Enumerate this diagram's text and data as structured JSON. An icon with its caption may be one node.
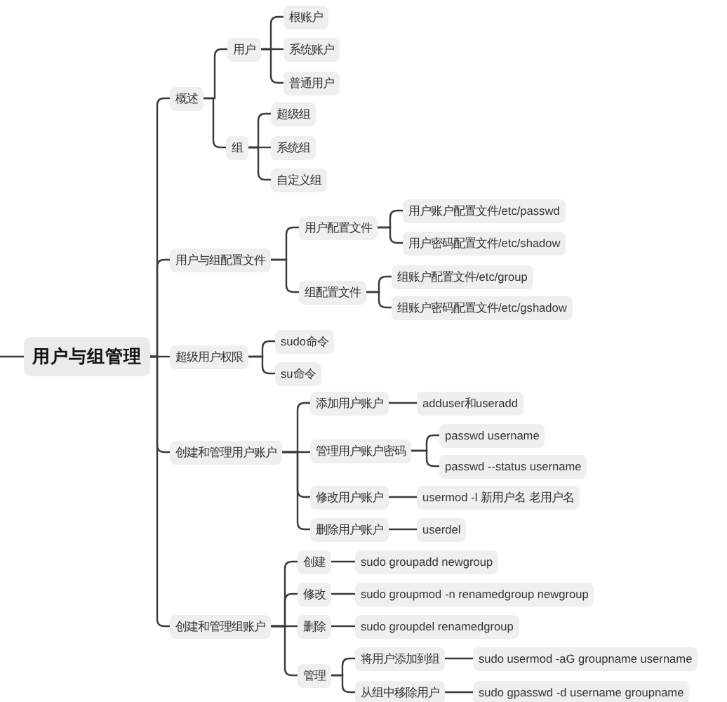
{
  "diagram": {
    "nodes": [
      {
        "text": [
          "用户与组管理"
        ]
      },
      {
        "text": [
          "概述"
        ]
      },
      {
        "text": [
          "用户"
        ]
      },
      {
        "text": [
          "根账户"
        ]
      },
      {
        "text": [
          "系统账户"
        ]
      },
      {
        "text": [
          "普通用户"
        ]
      },
      {
        "text": [
          "组"
        ]
      },
      {
        "text": [
          "超级组"
        ]
      },
      {
        "text": [
          "系统组"
        ]
      },
      {
        "text": [
          "自定义组"
        ]
      },
      {
        "text": [
          "用户与组配置文件"
        ]
      },
      {
        "text": [
          "用户配置文件"
        ]
      },
      {
        "text": [
          "用户账户配置文件/etc/passwd"
        ]
      },
      {
        "text": [
          "用户密码配置文件/etc/shadow"
        ]
      },
      {
        "text": [
          "组配置文件"
        ]
      },
      {
        "text": [
          "组账户配置文件/etc/group"
        ]
      },
      {
        "text": [
          "组账户密码配置文件/etc/gshadow"
        ]
      },
      {
        "text": [
          "超级用户权限"
        ]
      },
      {
        "text": [
          "sudo命令"
        ]
      },
      {
        "text": [
          "su命令"
        ]
      },
      {
        "text": [
          "创建和管理用户账户"
        ]
      },
      {
        "text": [
          "添加用户账户"
        ]
      },
      {
        "text": [
          "adduser和useradd"
        ]
      },
      {
        "text": [
          "管理用户账户密码"
        ]
      },
      {
        "text": [
          "passwd username"
        ]
      },
      {
        "text": [
          "passwd --status username"
        ]
      },
      {
        "text": [
          "修改用户账户"
        ]
      },
      {
        "text": [
          "usermod -l 新用户名 老用户名"
        ]
      },
      {
        "text": [
          "删除用户账户"
        ]
      },
      {
        "text": [
          "userdel"
        ]
      },
      {
        "text": [
          "创建和管理组账户"
        ]
      },
      {
        "text": [
          "创建"
        ]
      },
      {
        "text": [
          "sudo groupadd newgroup"
        ]
      },
      {
        "text": [
          "修改"
        ]
      },
      {
        "text": [
          "sudo groupmod -n renamedgroup newgroup"
        ]
      },
      {
        "text": [
          "删除"
        ]
      },
      {
        "text": [
          "sudo groupdel renamedgroup"
        ]
      },
      {
        "text": [
          "管理"
        ]
      },
      {
        "text": [
          "将用户添加到组"
        ]
      },
      {
        "text": [
          "sudo usermod -aG groupname username"
        ]
      },
      {
        "text": [
          "从组中移除用户"
        ]
      },
      {
        "text": [
          "sudo gpasswd -d username groupname"
        ]
      }
    ],
    "edges": [
      {
        "from": null,
        "to": 0,
        "arrow": "none"
      },
      {
        "from": 0,
        "to": 1,
        "arrow": "none"
      },
      {
        "from": 1,
        "to": 2,
        "arrow": "none"
      },
      {
        "from": 2,
        "to": 3,
        "arrow": "none"
      },
      {
        "from": 2,
        "to": 4,
        "arrow": "none"
      },
      {
        "from": 2,
        "to": 5,
        "arrow": "none"
      },
      {
        "from": 1,
        "to": 6,
        "arrow": "none"
      },
      {
        "from": 6,
        "to": 7,
        "arrow": "none"
      },
      {
        "from": 6,
        "to": 8,
        "arrow": "none"
      },
      {
        "from": 6,
        "to": 9,
        "arrow": "none"
      },
      {
        "from": 0,
        "to": 10,
        "arrow": "none"
      },
      {
        "from": 10,
        "to": 11,
        "arrow": "none"
      },
      {
        "from": 11,
        "to": 12,
        "arrow": "none"
      },
      {
        "from": 11,
        "to": 13,
        "arrow": "none"
      },
      {
        "from": 10,
        "to": 14,
        "arrow": "none"
      },
      {
        "from": 14,
        "to": 15,
        "arrow": "none"
      },
      {
        "from": 14,
        "to": 16,
        "arrow": "none"
      },
      {
        "from": 0,
        "to": 17,
        "arrow": "none"
      },
      {
        "from": 17,
        "to": 18,
        "arrow": "none"
      },
      {
        "from": 17,
        "to": 19,
        "arrow": "none"
      },
      {
        "from": 0,
        "to": 20,
        "arrow": "none"
      },
      {
        "from": 20,
        "to": 21,
        "arrow": "none"
      },
      {
        "from": 21,
        "to": 22,
        "arrow": "none"
      },
      {
        "from": 20,
        "to": 23,
        "arrow": "none"
      },
      {
        "from": 23,
        "to": 24,
        "arrow": "none"
      },
      {
        "from": 23,
        "to": 25,
        "arrow": "none"
      },
      {
        "from": 20,
        "to": 26,
        "arrow": "none"
      },
      {
        "from": 26,
        "to": 27,
        "arrow": "none"
      },
      {
        "from": 20,
        "to": 28,
        "arrow": "none"
      },
      {
        "from": 28,
        "to": 29,
        "arrow": "none"
      },
      {
        "from": 0,
        "to": 30,
        "arrow": "none"
      },
      {
        "from": 30,
        "to": 31,
        "arrow": "none"
      },
      {
        "from": 31,
        "to": 32,
        "arrow": "none"
      },
      {
        "from": 30,
        "to": 33,
        "arrow": "none"
      },
      {
        "from": 33,
        "to": 34,
        "arrow": "none"
      },
      {
        "from": 30,
        "to": 35,
        "arrow": "none"
      },
      {
        "from": 35,
        "to": 36,
        "arrow": "none"
      },
      {
        "from": 30,
        "to": 37,
        "arrow": "none"
      },
      {
        "from": 37,
        "to": 38,
        "arrow": "none"
      },
      {
        "from": 38,
        "to": 39,
        "arrow": "none"
      },
      {
        "from": 37,
        "to": 40,
        "arrow": "none"
      },
      {
        "from": 40,
        "to": 41,
        "arrow": "none"
      }
    ]
  }
}
